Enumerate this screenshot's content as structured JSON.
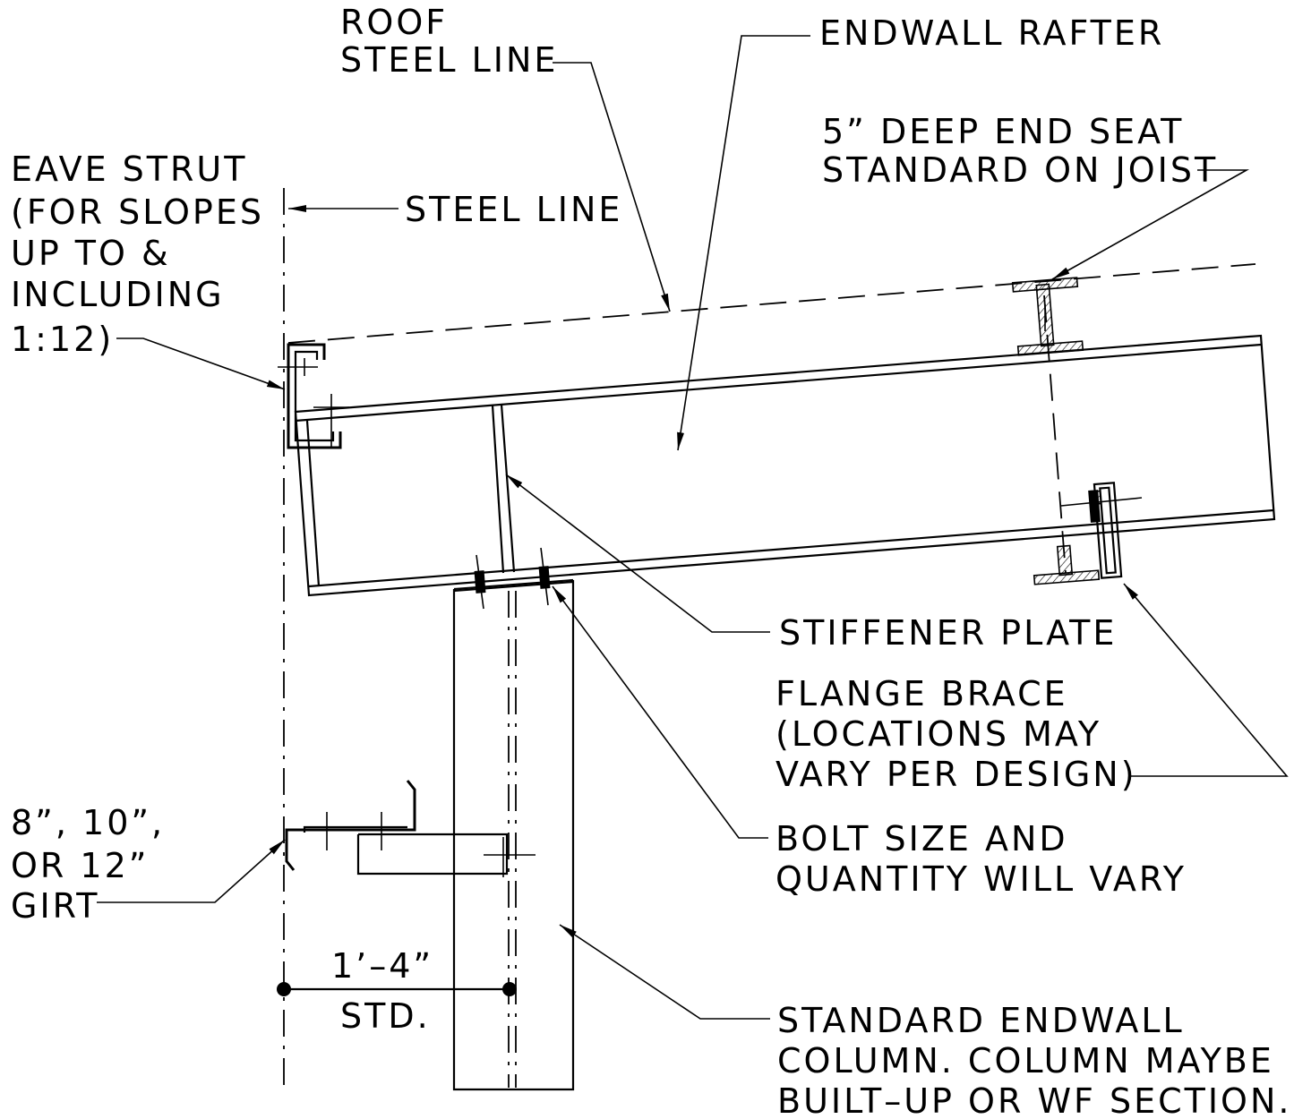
{
  "labels": {
    "roof_steel_line_1": "ROOF",
    "roof_steel_line_2": "STEEL LINE",
    "endwall_rafter": "ENDWALL RAFTER",
    "end_seat_1": "5” DEEP END SEAT",
    "end_seat_2": "STANDARD ON JOIST",
    "eave_strut_1": "EAVE STRUT",
    "eave_strut_2": "(FOR SLOPES",
    "eave_strut_3": "UP TO &",
    "eave_strut_4": "INCLUDING",
    "eave_strut_5": "1:12)",
    "steel_line": "STEEL LINE",
    "stiffener_plate": "STIFFENER PLATE",
    "flange_brace_1": "FLANGE BRACE",
    "flange_brace_2": "(LOCATIONS MAY",
    "flange_brace_3": "VARY PER DESIGN)",
    "bolt_1": "BOLT SIZE AND",
    "bolt_2": "QUANTITY WILL VARY",
    "girt_1": "8”, 10”,",
    "girt_2": "OR 12”",
    "girt_3": "GIRT",
    "dimension": "1’–4”",
    "dimension_note": "STD.",
    "column_1": "STANDARD ENDWALL",
    "column_2": "COLUMN. COLUMN MAYBE",
    "column_3": "BUILT–UP OR WF SECTION."
  }
}
